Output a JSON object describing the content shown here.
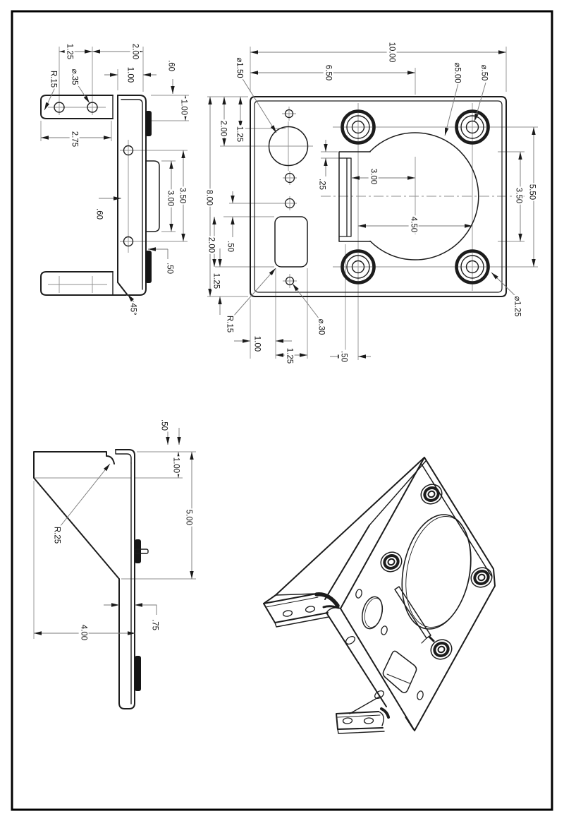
{
  "page": {
    "background": "#ffffff",
    "border_color": "#000000",
    "outline_color": "#1c1c1c",
    "dimension_line_color": "#7a7a7a",
    "text_color": "#141414"
  },
  "views": {
    "side_view_upper_left": {
      "labels": [
        "1.25",
        "2.00",
        "1.00",
        ".60",
        "1.00",
        "R.15",
        "⌀.35",
        "2.75",
        ".60",
        "3.00",
        "3.50",
        ".50",
        "45°"
      ]
    },
    "front_view": {
      "labels": [
        "10.00",
        "6.50",
        "⌀1.50",
        "⌀5.00",
        "⌀.50",
        "2.00",
        "1.25",
        "8.00",
        ".25",
        "3.00",
        "5.50",
        "3.50",
        "4.50",
        "2.00",
        ".50",
        "1.25",
        "R.15",
        "1.00",
        "1.25",
        "⌀.30",
        ".50",
        "⌀1.25"
      ]
    },
    "side_view_lower_left": {
      "labels": [
        ".50",
        "1.00",
        "5.00",
        "R.25",
        "4.00",
        ".75"
      ]
    },
    "isometric_view": {
      "labels": []
    }
  }
}
